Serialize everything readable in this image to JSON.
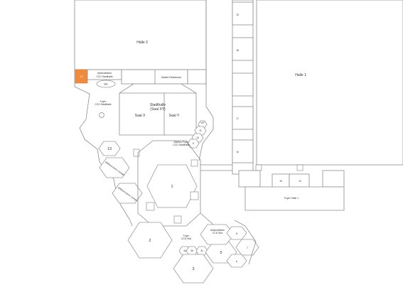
{
  "halls": {
    "halle3": "Halle 3",
    "halle1": "Halle 1"
  },
  "areas": {
    "aktionsflaeche_stadthalle": [
      "Aktionsfläche",
      "CCD Stadthalle"
    ],
    "bar": "Bar",
    "mattes_restaurant": "Mattes Restaurant",
    "foyer_stadthalle": [
      "Foyer",
      "CCD Stadthalle"
    ],
    "stadthalle": [
      "Stadthalle",
      "(Saal XY)"
    ],
    "saal_x": "Saal X",
    "saal_y": "Saal Y",
    "vip": "VIP",
    "weisses_foyer": [
      "Weißes Foyer",
      "CCD Stadthalle"
    ],
    "ruhezone_1": "Willkommens-Lounge",
    "ruhezone_2": "Willkommens-Lounge",
    "foyer_sued": [
      "Foyer",
      "CCD Süd"
    ],
    "aktionsflaeche_sued": [
      "Aktionsfläche",
      "CCD Süd"
    ],
    "foyer_halle1": "Foyer Halle 1"
  },
  "rooms": {
    "r12": "12",
    "r13": "13",
    "r1": "1",
    "r2": "2",
    "r3": "3",
    "r4a": "4a",
    "r4b": "4b",
    "r4c": "4c",
    "r5": "5",
    "r6": "6",
    "r7": "7",
    "r8": "8",
    "r9": "9",
    "r10": "10",
    "r11": "11",
    "r14": "14",
    "r15": "15",
    "r16": "16",
    "r17": "17",
    "r18": "18",
    "r19": "19"
  },
  "colors": {
    "highlight": "#F08A3C",
    "wall": "#8c8c8c",
    "background": "#ffffff"
  },
  "icons": [
    "stairs-icon",
    "elevator-icon",
    "escalator-icon"
  ]
}
